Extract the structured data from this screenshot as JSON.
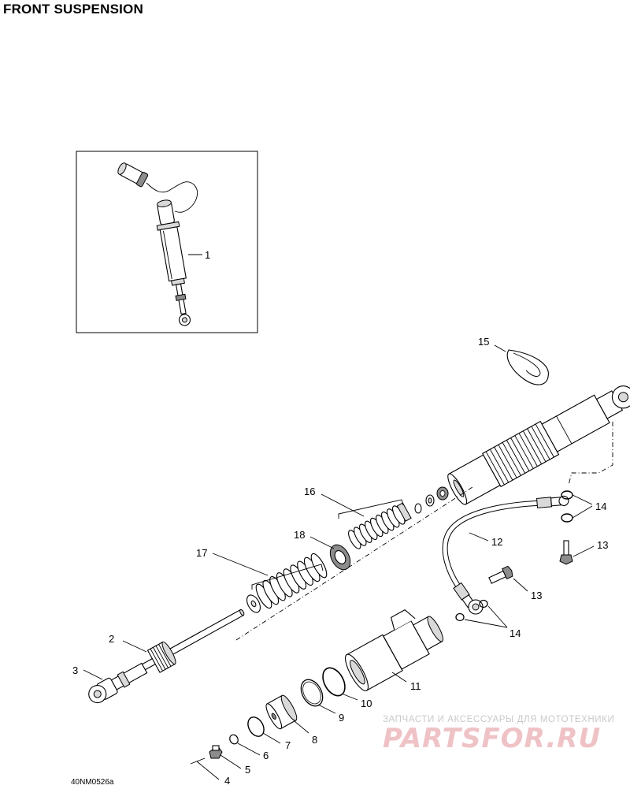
{
  "title": "FRONT SUSPENSION",
  "drawing_code": "40NM0526a",
  "watermark": {
    "line1": "ЗАПЧАСТИ И АКСЕССУАРЫ ДЛЯ МОТОТЕХНИКИ",
    "line2": "PARTSFOR.RU"
  },
  "callouts": {
    "c1": "1",
    "c2": "2",
    "c3": "3",
    "c4": "4",
    "c5": "5",
    "c6": "6",
    "c7": "7",
    "c8": "8",
    "c9": "9",
    "c10": "10",
    "c11": "11",
    "c12": "12",
    "c13a": "13",
    "c13b": "13",
    "c14a": "14",
    "c14b": "14",
    "c15": "15",
    "c16": "16",
    "c17": "17",
    "c18": "18"
  }
}
